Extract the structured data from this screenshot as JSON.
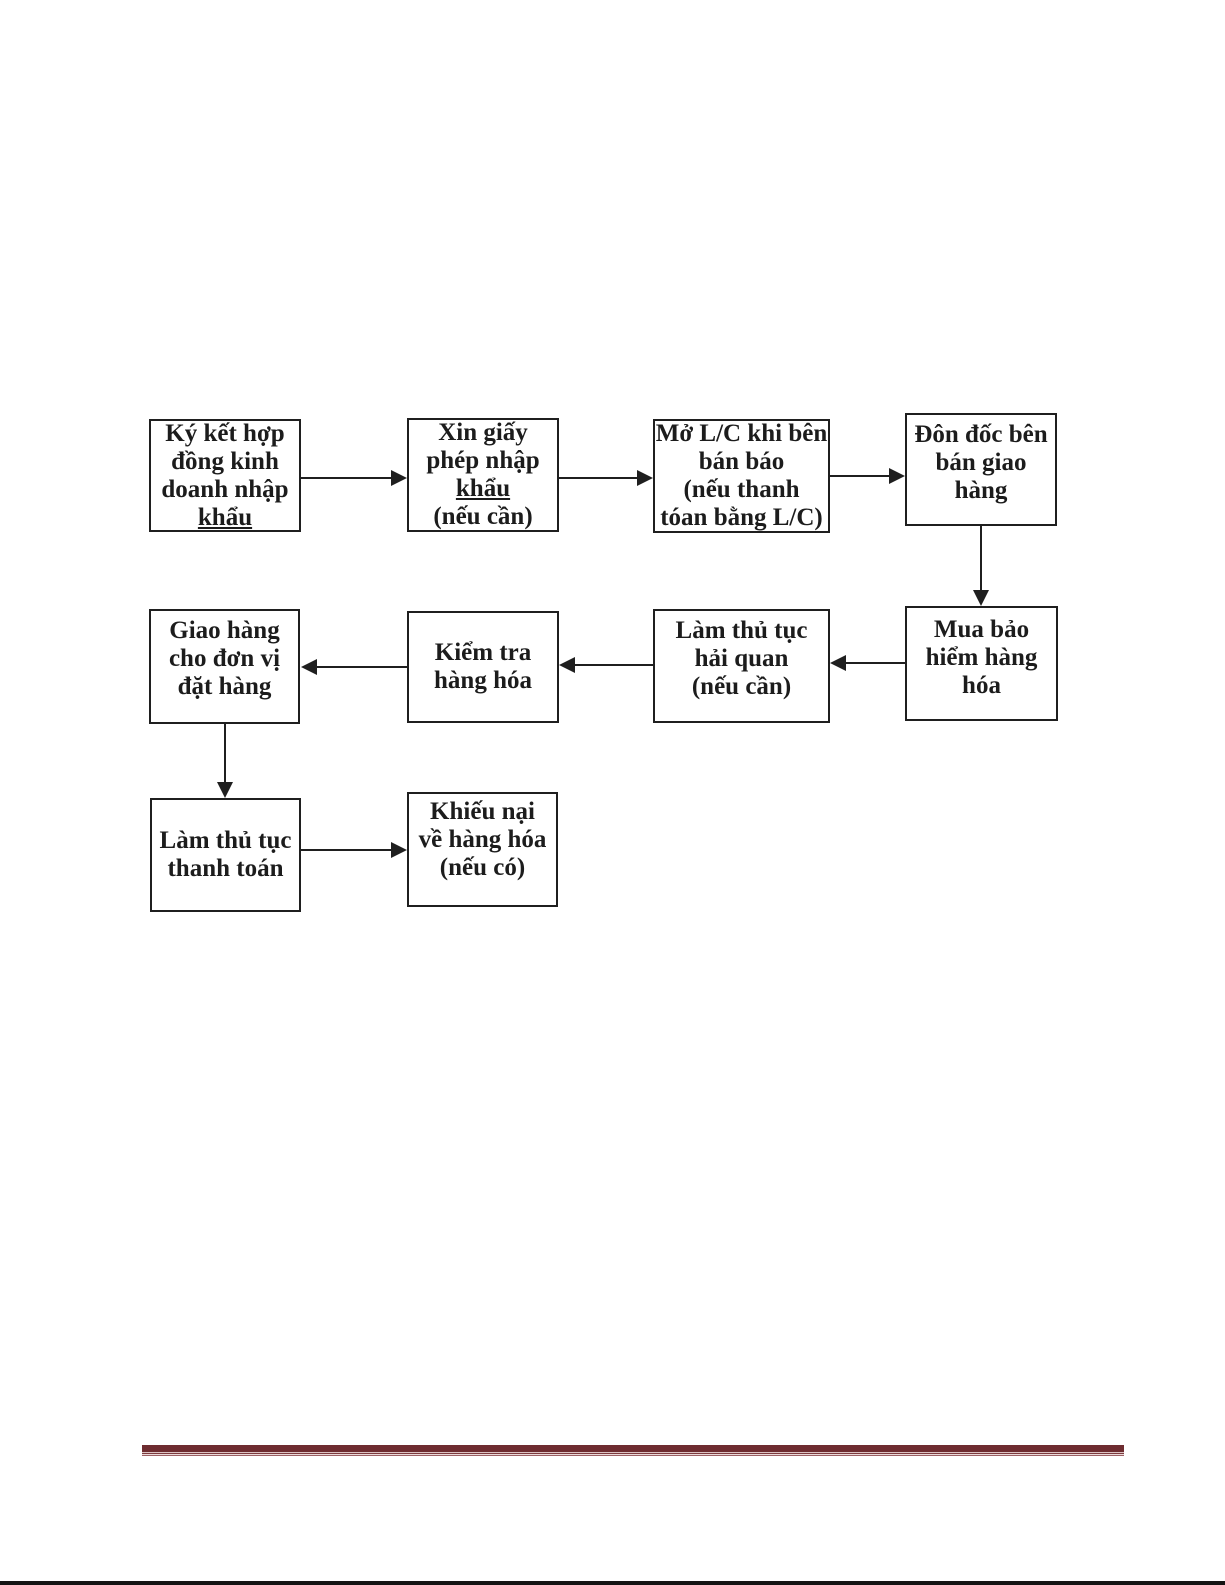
{
  "page": {
    "type": "document-page-with-flowchart",
    "background": "#ffffff"
  },
  "colors": {
    "box_border": "#1f1f1f",
    "text": "#1c1c1c",
    "arrow": "#1f1f1f",
    "divider_maroon": "#6e2c30",
    "bottom_strip": "#141414"
  },
  "diagram": {
    "language": "vi",
    "nodes": [
      {
        "id": "n1",
        "lines": [
          {
            "t": "Ký kết hợp"
          },
          {
            "t": "đồng kinh"
          },
          {
            "t": "doanh nhập"
          },
          {
            "t": "khẩu",
            "u": true
          }
        ]
      },
      {
        "id": "n2",
        "lines": [
          {
            "t": "Xin giấy"
          },
          {
            "t": "phép nhập"
          },
          {
            "t": "khẩu",
            "u": true
          },
          {
            "t": "(nếu cần)"
          }
        ]
      },
      {
        "id": "n3",
        "lines": [
          {
            "t": "Mở L/C khi bên"
          },
          {
            "t": "bán báo"
          },
          {
            "t": "(nếu thanh"
          },
          {
            "t": "tóan bằng L/C)"
          }
        ]
      },
      {
        "id": "n4",
        "lines": [
          {
            "t": "Đôn đốc bên"
          },
          {
            "t": "bán giao"
          },
          {
            "t": "hàng"
          }
        ]
      },
      {
        "id": "n5",
        "lines": [
          {
            "t": "Mua bảo"
          },
          {
            "t": "hiểm hàng"
          },
          {
            "t": "hóa"
          }
        ]
      },
      {
        "id": "n6",
        "lines": [
          {
            "t": "Làm thủ tục"
          },
          {
            "t": "hải quan"
          },
          {
            "t": "(nếu cần)"
          }
        ]
      },
      {
        "id": "n7",
        "lines": [
          {
            "t": "Kiểm tra"
          },
          {
            "t": "hàng hóa"
          }
        ]
      },
      {
        "id": "n8",
        "lines": [
          {
            "t": "Giao hàng"
          },
          {
            "t": "cho đơn vị"
          },
          {
            "t": "đặt hàng"
          }
        ]
      },
      {
        "id": "n9",
        "lines": [
          {
            "t": "Làm thủ tục"
          },
          {
            "t": "thanh toán"
          }
        ]
      },
      {
        "id": "n10",
        "lines": [
          {
            "t": "Khiếu nại"
          },
          {
            "t": "về hàng hóa"
          },
          {
            "t": "(nếu có)"
          }
        ]
      }
    ],
    "edges": [
      {
        "from": "n1",
        "to": "n2"
      },
      {
        "from": "n2",
        "to": "n3"
      },
      {
        "from": "n3",
        "to": "n4"
      },
      {
        "from": "n4",
        "to": "n5"
      },
      {
        "from": "n5",
        "to": "n6"
      },
      {
        "from": "n6",
        "to": "n7"
      },
      {
        "from": "n7",
        "to": "n8"
      },
      {
        "from": "n8",
        "to": "n9"
      },
      {
        "from": "n9",
        "to": "n10"
      }
    ]
  }
}
